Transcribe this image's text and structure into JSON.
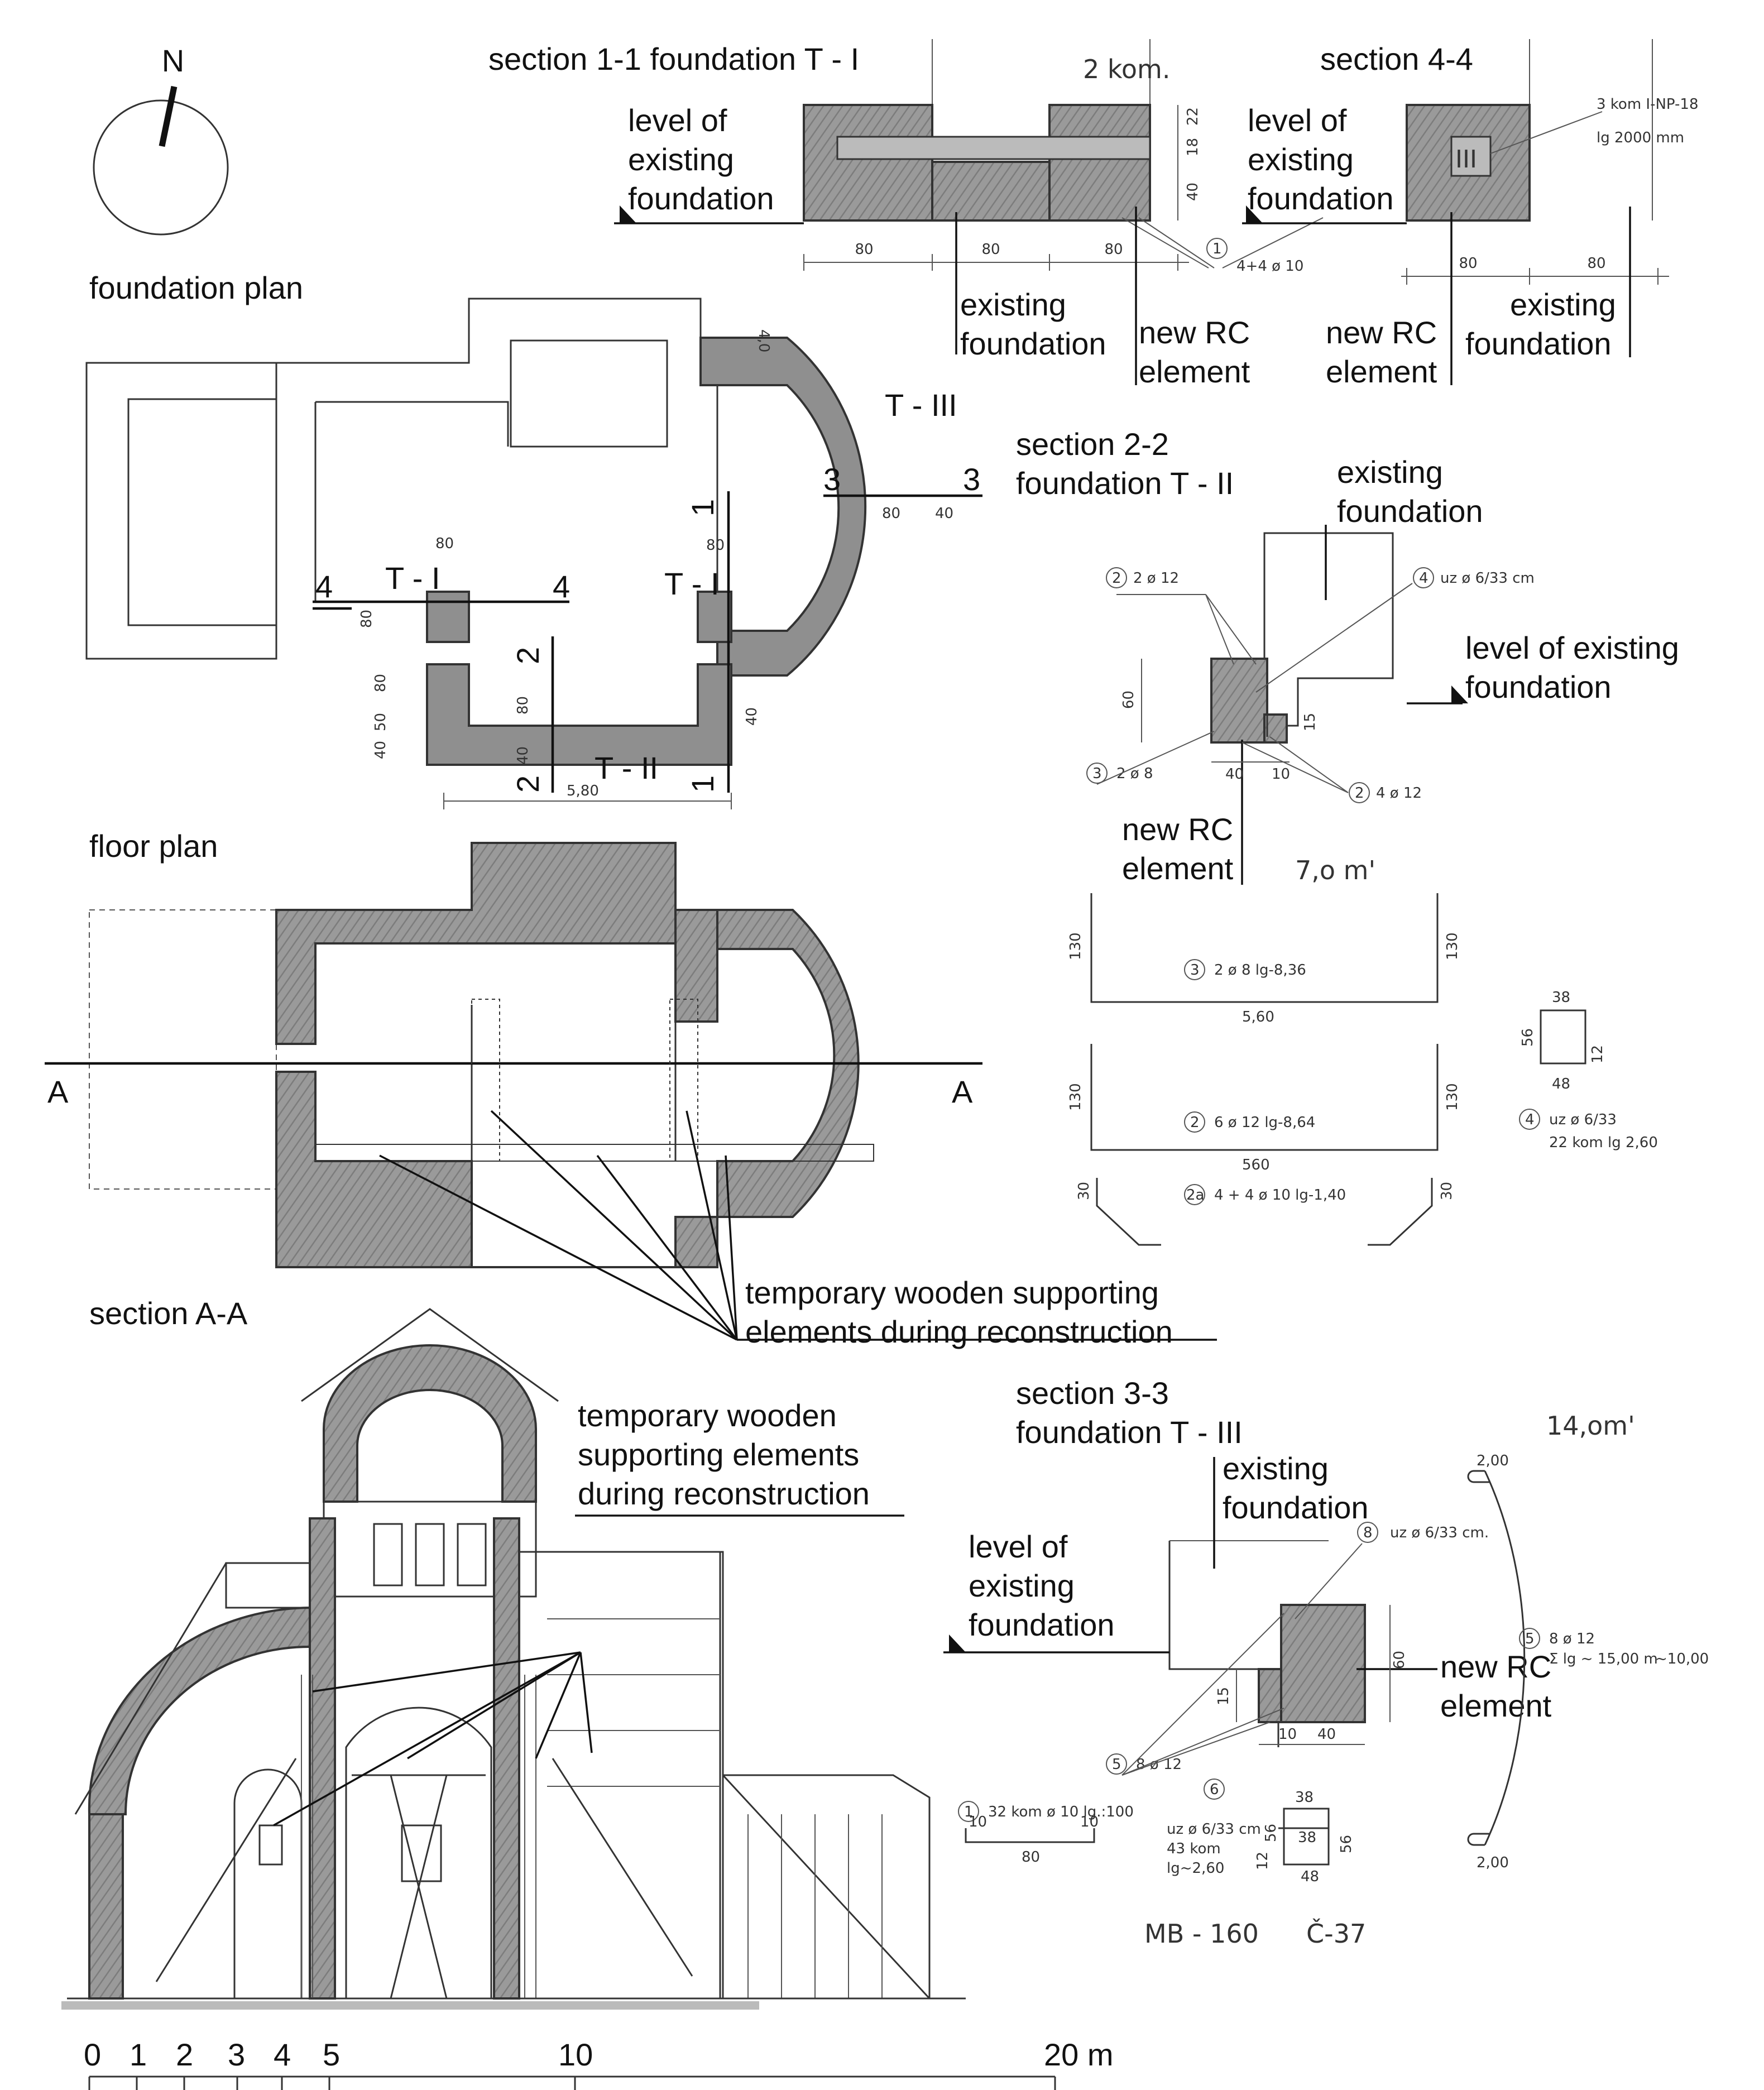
{
  "compass": {
    "north": "N"
  },
  "titles": {
    "foundation_plan": "foundation plan",
    "floor_plan": "floor plan",
    "section_aa": "section A-A",
    "section_11": "section 1-1 foundation T - I",
    "section_44": "section 4-4",
    "section_22_line1": "section 2-2",
    "section_22_line2": "foundation T - II",
    "section_33_line1": "section 3-3",
    "section_33_line2": "foundation T - III"
  },
  "labels": {
    "level_line1": "level of",
    "level_line2": "existing",
    "level_line3": "foundation",
    "level_one_line": "level of existing",
    "existing": "existing",
    "foundation": "foundation",
    "new_rc": "new RC",
    "element": "element",
    "temp_1": "temporary wooden supporting",
    "temp_2": "elements during reconstruction",
    "temp_a": "temporary wooden",
    "temp_b": "supporting elements",
    "temp_c": "during reconstruction"
  },
  "plan_marks": {
    "t1": "T - I",
    "t2": "T - II",
    "t3": "T - III",
    "cut1": "1",
    "cut2": "2",
    "cut3": "3",
    "cut4": "4",
    "section_a": "A"
  },
  "plan_dims": {
    "d80": "80",
    "d40": "40",
    "d50": "50",
    "d4_0": "4,0",
    "d5_80": "5,80"
  },
  "handwritten": {
    "kom2": "2 kom.",
    "ipe": "3 kom  I-NP-18",
    "ipe_lg": "lg 2000  mm",
    "bar_4x4": "4+4  ø 10",
    "d18": "18",
    "d22": "22",
    "d40": "40",
    "d80": "80",
    "d60": "60",
    "d15": "15",
    "d10": "10",
    "b2_12": "2 ø 12",
    "b2_8": "2 ø 8",
    "b4_12": "4 ø 12",
    "uz_6_33_cm": "uz ø 6/33 cm",
    "len_7": "7,o m'",
    "bar3": "2 ø 8   lg-8,36",
    "bar2": "6 ø 12   lg-8,64",
    "bar2a": "4 + 4    ø 10   lg-1,40",
    "d130": "130",
    "d560a": "5,60",
    "d560b": "560",
    "d30": "30",
    "stir_38": "38",
    "stir_56": "56",
    "stir_48": "48",
    "stir_12": "12",
    "stir_uz": "uz ø 6/33",
    "stir_lg": "22 kom  lg 2,60",
    "len_14": "14,om'",
    "d200": "2,00",
    "d1000": "~10,00",
    "bar5": "8 ø 12",
    "bar5_lg": "Σ lg ~ 15,00 m",
    "uz_6_33_cm2": "uz ø 6/33 cm.",
    "bar1": "32 kom  ø 10  lg.:100",
    "bar6_1": "uz ø 6/33 cm",
    "bar6_2": "43 kom",
    "bar6_3": "lg~2,60",
    "mb": "MB - 160",
    "steel": "Č-37",
    "n1": "1",
    "n2": "2",
    "n2a": "2a",
    "n3": "3",
    "n4": "4",
    "n5": "5",
    "n6": "6",
    "n8": "8"
  },
  "scale": {
    "t0": "0",
    "t1": "1",
    "t2": "2",
    "t3": "3",
    "t4": "4",
    "t5": "5",
    "t10": "10",
    "t20": "20 m"
  }
}
